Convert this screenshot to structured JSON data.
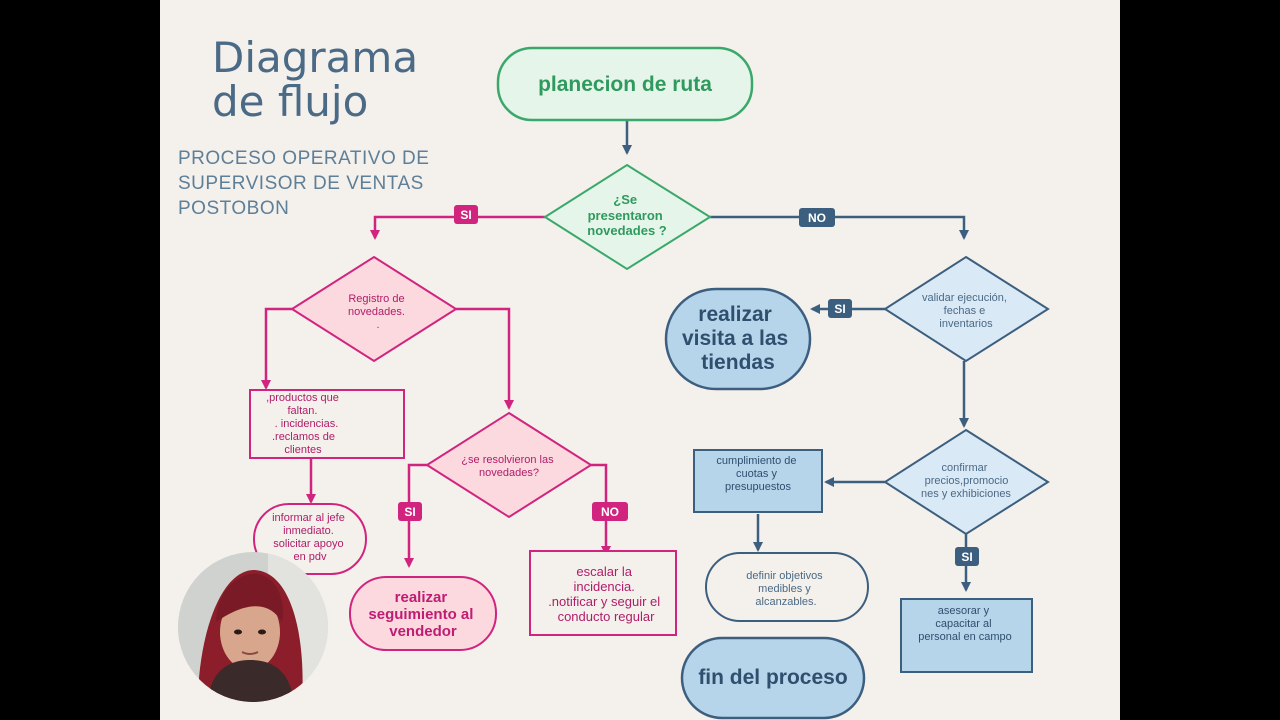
{
  "title": [
    "Diagrama",
    "de flujo"
  ],
  "subtitle": [
    "PROCESO  OPERATIVO  DE",
    "SUPERVISOR DE VENTAS",
    "POSTOBON"
  ],
  "colors": {
    "green": "#3aa86b",
    "green_fill": "#e6f5ea",
    "pink": "#d0247f",
    "pink_fill": "#fbd9df",
    "blue": "#3c5f7f",
    "blue_fill": "#b6d4ea",
    "light_blue_fill": "#dae9f6",
    "background": "#f4f0eb"
  },
  "nodes": {
    "start": "planecion de ruta",
    "q_novedades": [
      "¿Se",
      "presentaron",
      "novedades ?"
    ],
    "registro": [
      "Registro de",
      "novedades.",
      "."
    ],
    "productos": [
      ",productos que",
      "faltan.",
      ". incidencias.",
      ".reclamos de",
      "clientes"
    ],
    "informar": [
      "informar al jefe",
      "inmediato.",
      "solicitar apoyo",
      "en pdv"
    ],
    "q_resolvieron": [
      "¿se resolvieron las",
      "novedades?"
    ],
    "seguimiento": [
      "realizar",
      "seguimiento al",
      "vendedor"
    ],
    "escalar": [
      "escalar la",
      "incidencia.",
      ".notificar y seguir el",
      "conducto regular"
    ],
    "visita": [
      "realizar",
      "visita a las",
      "tiendas"
    ],
    "validar": [
      "validar ejecución,",
      "fechas e",
      "inventarios"
    ],
    "confirmar": [
      "confirmar",
      "precios,promocio",
      "nes y exhibiciones"
    ],
    "cumplimiento": [
      "cumplimiento de",
      "cuotas y",
      "presupuestos"
    ],
    "definir": [
      "definir objetivos",
      "medibles y",
      "alcanzables."
    ],
    "asesorar": [
      "asesorar y",
      "capacitar al",
      "personal en campo"
    ],
    "fin": "fin del proceso"
  },
  "labels": {
    "si": "SI",
    "no": "NO"
  },
  "presenter": {
    "icon": "presenter-webcam-icon"
  }
}
